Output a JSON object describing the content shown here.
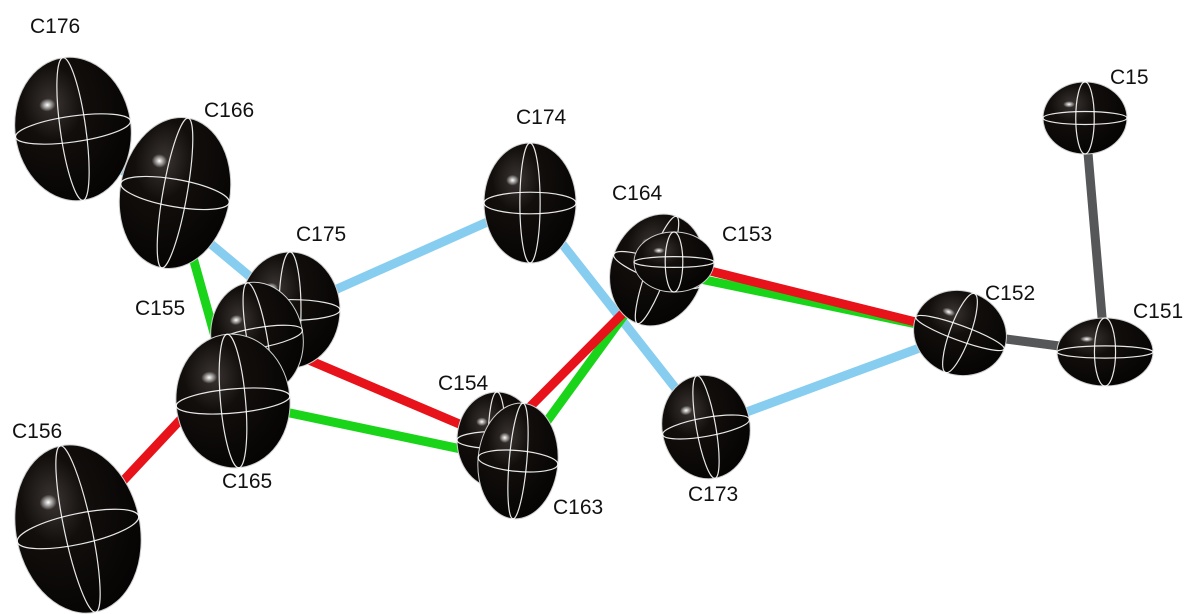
{
  "colors": {
    "background": "#ffffff",
    "atom_fill": "#0b0908",
    "atom_highlight": "#ffffff",
    "bond_red": "#e8121a",
    "bond_green": "#19d419",
    "bond_blue": "#86cdf0",
    "bond_gray": "#555759",
    "label": "#111111"
  },
  "atoms": [
    {
      "id": "C176",
      "label": "C176"
    },
    {
      "id": "C166",
      "label": "C166"
    },
    {
      "id": "C174",
      "label": "C174"
    },
    {
      "id": "C164",
      "label": "C164"
    },
    {
      "id": "C153",
      "label": "C153"
    },
    {
      "id": "C15",
      "label": "C15"
    },
    {
      "id": "C175",
      "label": "C175"
    },
    {
      "id": "C152",
      "label": "C152"
    },
    {
      "id": "C151",
      "label": "C151"
    },
    {
      "id": "C155",
      "label": "C155"
    },
    {
      "id": "C154",
      "label": "C154"
    },
    {
      "id": "C156",
      "label": "C156"
    },
    {
      "id": "C165",
      "label": "C165"
    },
    {
      "id": "C163",
      "label": "C163"
    },
    {
      "id": "C173",
      "label": "C173"
    }
  ],
  "bonds": [
    {
      "from": "C176",
      "to": "C175",
      "color": "blue"
    },
    {
      "from": "C175",
      "to": "C174",
      "color": "blue"
    },
    {
      "from": "C174",
      "to": "C173",
      "color": "blue"
    },
    {
      "from": "C173",
      "to": "C152",
      "color": "blue"
    },
    {
      "from": "C166",
      "to": "C165",
      "color": "green"
    },
    {
      "from": "C165",
      "to": "C163",
      "color": "green"
    },
    {
      "from": "C163",
      "to": "C164",
      "color": "green"
    },
    {
      "from": "C164",
      "to": "C152",
      "color": "green"
    },
    {
      "from": "C156",
      "to": "C155",
      "color": "red"
    },
    {
      "from": "C155",
      "to": "C154",
      "color": "red"
    },
    {
      "from": "C154",
      "to": "C153",
      "color": "red"
    },
    {
      "from": "C153",
      "to": "C152",
      "color": "red"
    },
    {
      "from": "C152",
      "to": "C151",
      "color": "gray"
    },
    {
      "from": "C151",
      "to": "C15",
      "color": "gray"
    }
  ]
}
